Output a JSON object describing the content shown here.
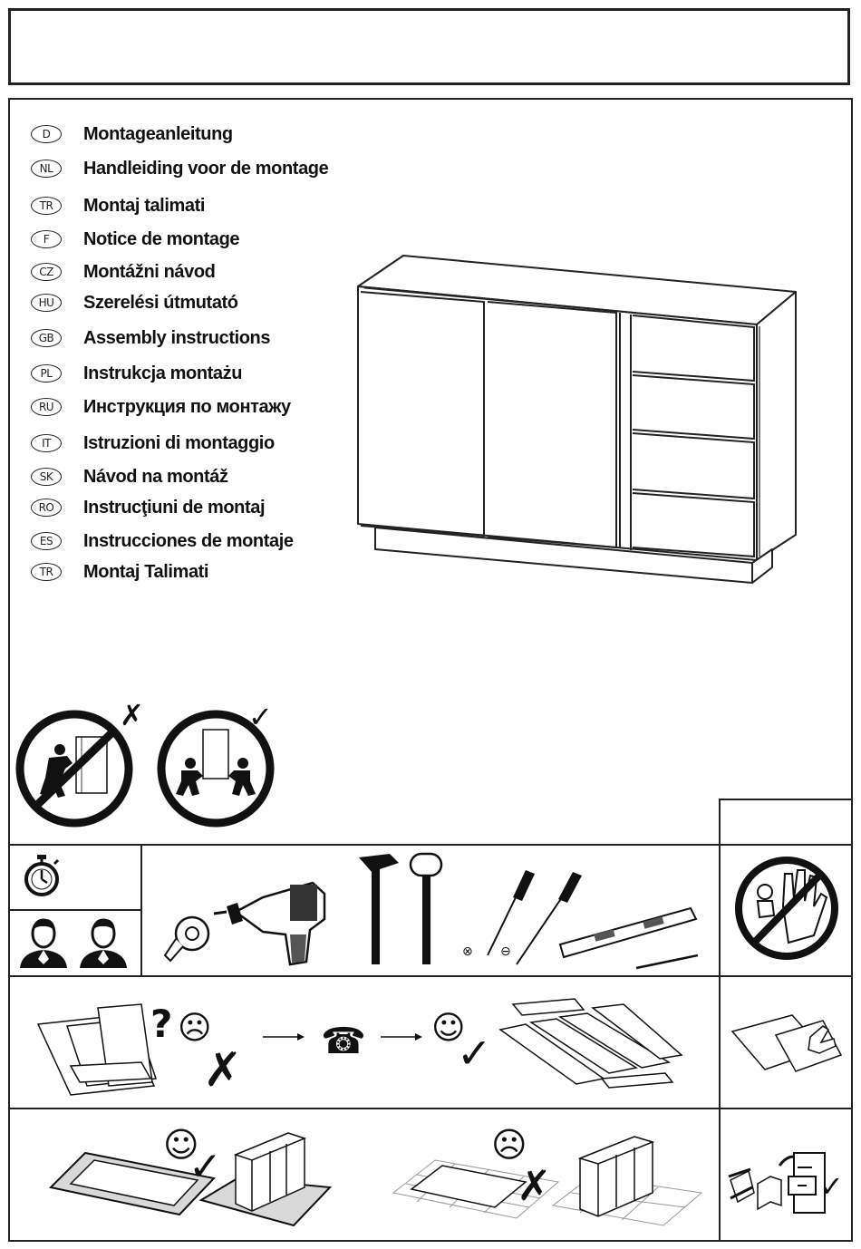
{
  "languages": [
    {
      "code": "D",
      "title": "Montageanleitung"
    },
    {
      "code": "NL",
      "title": "Handleiding voor de montage"
    },
    {
      "code": "TR",
      "title": "Montaj talimati"
    },
    {
      "code": "F",
      "title": "Notice de montage"
    },
    {
      "code": "CZ",
      "title": "Montážni návod"
    },
    {
      "code": "HU",
      "title": "Szerelési útmutató"
    },
    {
      "code": "GB",
      "title": "Assembly instructions"
    },
    {
      "code": "PL",
      "title": "Instrukcja montażu"
    },
    {
      "code": "RU",
      "title": "Инструкция по монтажу"
    },
    {
      "code": "IT",
      "title": "Istruzioni di montaggio"
    },
    {
      "code": "SK",
      "title": "Návod na montáž"
    },
    {
      "code": "RO",
      "title": "Instrucţiuni de montaj"
    },
    {
      "code": "ES",
      "title": "Instrucciones de montaje"
    },
    {
      "code": "TR",
      "title": "Montaj Talimati"
    }
  ],
  "symbols": {
    "question": "?",
    "cross": "✗",
    "check": "✓",
    "phone": "☎",
    "sad": "☹",
    "happy": "☺",
    "screw_cross": "⊗",
    "screw_flat": "⊖"
  },
  "colors": {
    "ink": "#111111",
    "line": "#222222",
    "paper": "#ffffff",
    "grey": "#d8d8d8"
  }
}
